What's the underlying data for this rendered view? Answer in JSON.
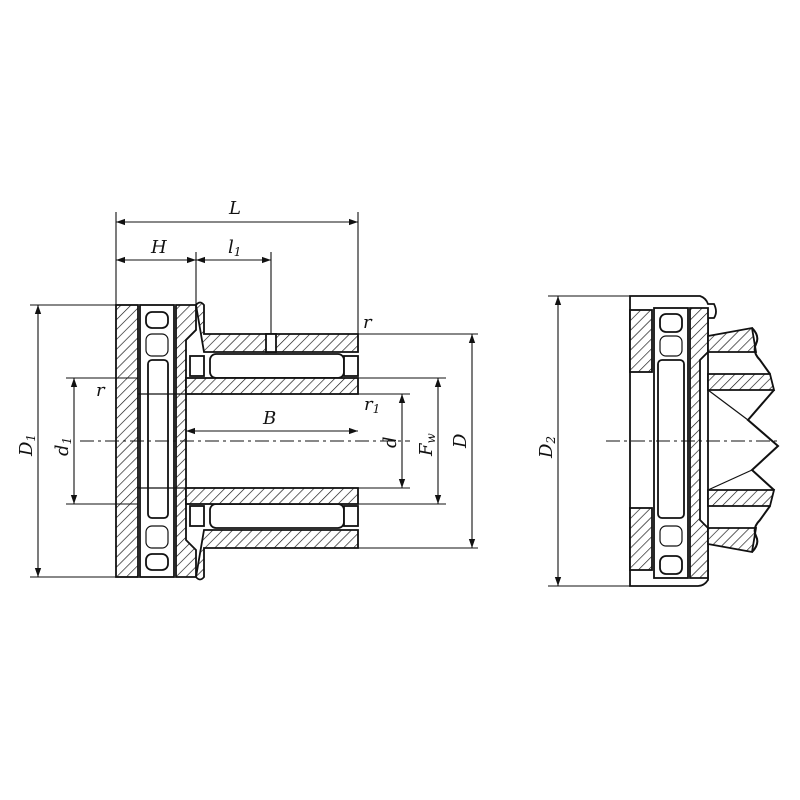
{
  "labels": {
    "L": "L",
    "H": "H",
    "l1": "l",
    "l1_sub": "1",
    "r_top": "r",
    "r_left": "r",
    "r1": "r",
    "r1_sub": "1",
    "B": "B",
    "D1": "D",
    "D1_sub": "1",
    "d1": "d",
    "d1_sub": "1",
    "d": "d",
    "Fw": "F",
    "Fw_sub": "w",
    "D": "D",
    "D2": "D",
    "D2_sub": "2"
  }
}
